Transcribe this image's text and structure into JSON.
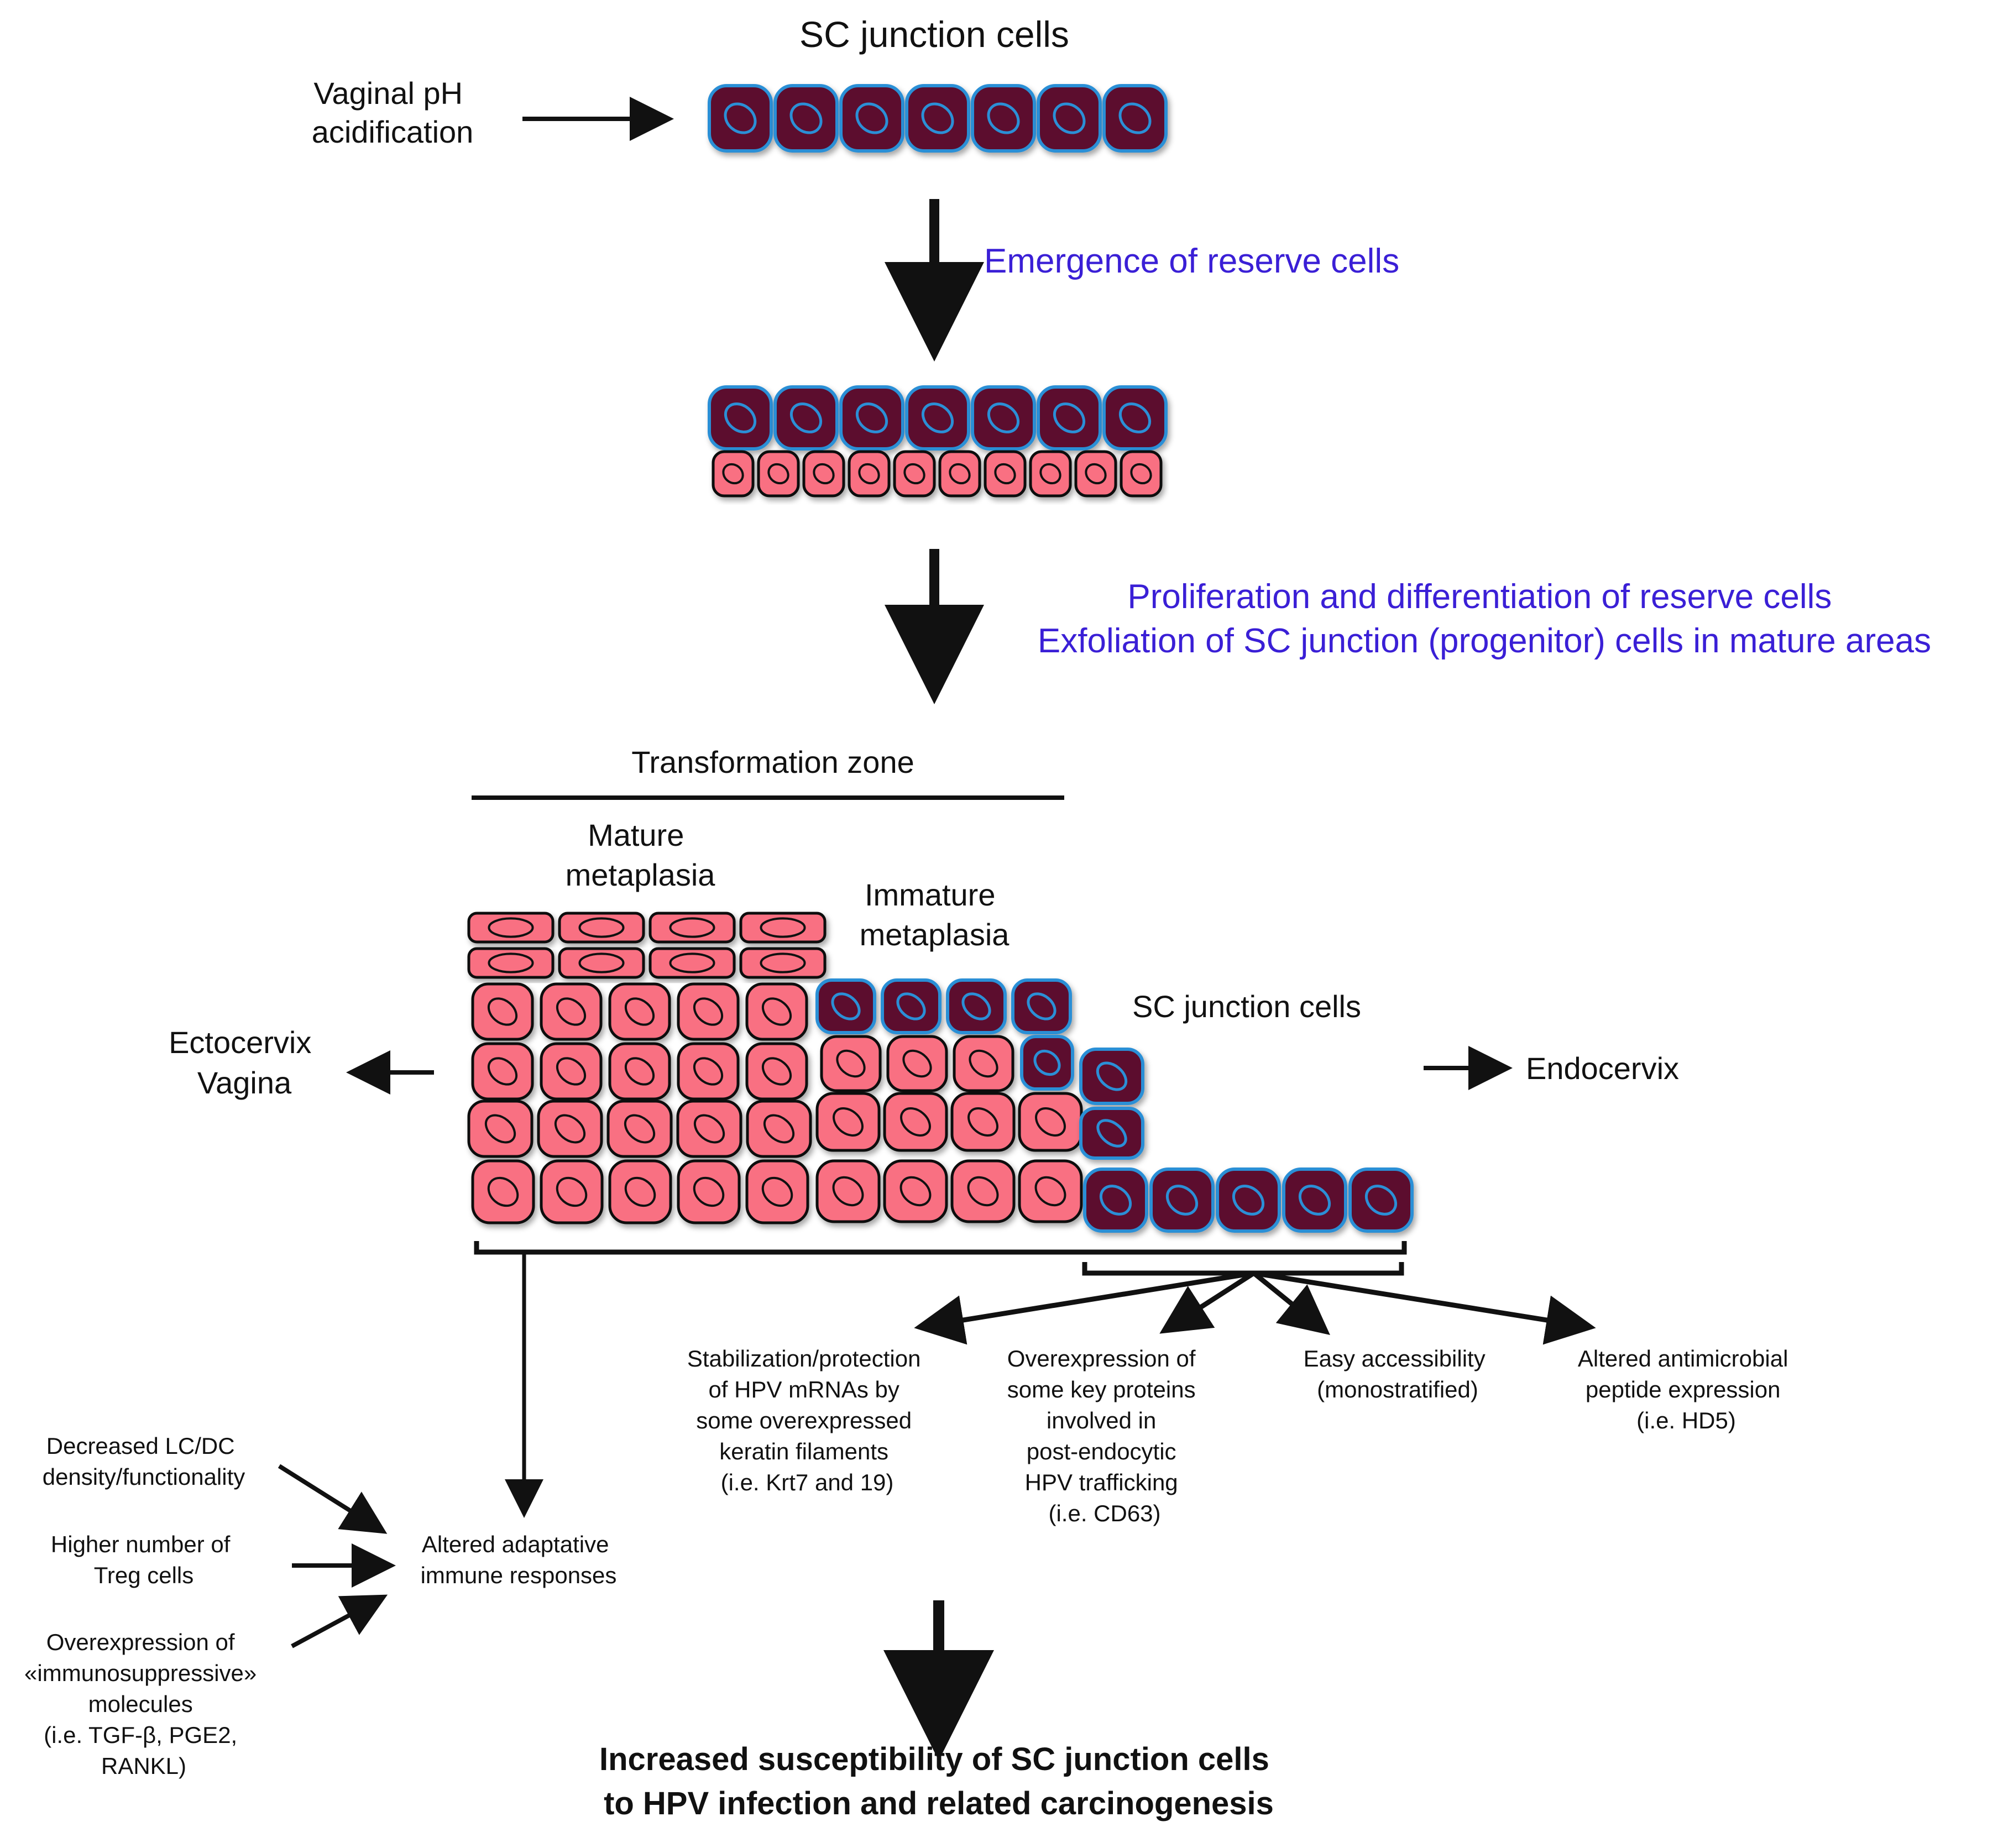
{
  "labels": {
    "top_title": "SC junction cells",
    "vaginal_ph": [
      "Vaginal pH",
      "acidification"
    ],
    "emergence": "Emergence of reserve cells",
    "proliferation": [
      "Proliferation and differentiation of reserve cells",
      "Exfoliation of SC junction (progenitor) cells in mature areas"
    ],
    "transformation_zone": "Transformation zone",
    "mature_metaplasia": [
      "Mature",
      "metaplasia"
    ],
    "immature_metaplasia": [
      "Immature",
      "metaplasia"
    ],
    "sc_junction_mid": "SC junction cells",
    "ectocervix": [
      "Ectocervix",
      "Vagina"
    ],
    "endocervix": "Endocervix",
    "consequences": [
      [
        "Stabilization/protection",
        "of HPV mRNAs by",
        "some overexpressed",
        "keratin filaments",
        "(i.e. Krt7 and 19)"
      ],
      [
        "Overexpression of",
        "some key proteins",
        "involved in",
        "post-endocytic",
        "HPV trafficking",
        "(i.e. CD63)"
      ],
      [
        "Easy accessibility",
        "(monostratified)"
      ],
      [
        "Altered antimicrobial",
        "peptide expression",
        "(i.e. HD5)"
      ]
    ],
    "immune_factors": [
      [
        "Decreased LC/DC",
        "density/functionality"
      ],
      [
        "Higher number of",
        "Treg cells"
      ],
      [
        "Overexpression of",
        "«immunosuppressive»",
        "molecules",
        "(i.e. TGF-β, PGE2,",
        "RANKL)"
      ]
    ],
    "altered_immune": [
      "Altered adaptative",
      "immune responses"
    ],
    "conclusion": [
      "Increased susceptibility of SC junction cells",
      "to HPV infection and related carcinogenesis"
    ]
  },
  "colors": {
    "sc_cell_fill": "#5c0f2e",
    "sc_cell_border": "#2b8fd6",
    "sc_nucleus": "#2b8fd6",
    "squamous_fill": "#f96f82",
    "squamous_border": "#111111",
    "blue_text": "#3a1fd6"
  }
}
